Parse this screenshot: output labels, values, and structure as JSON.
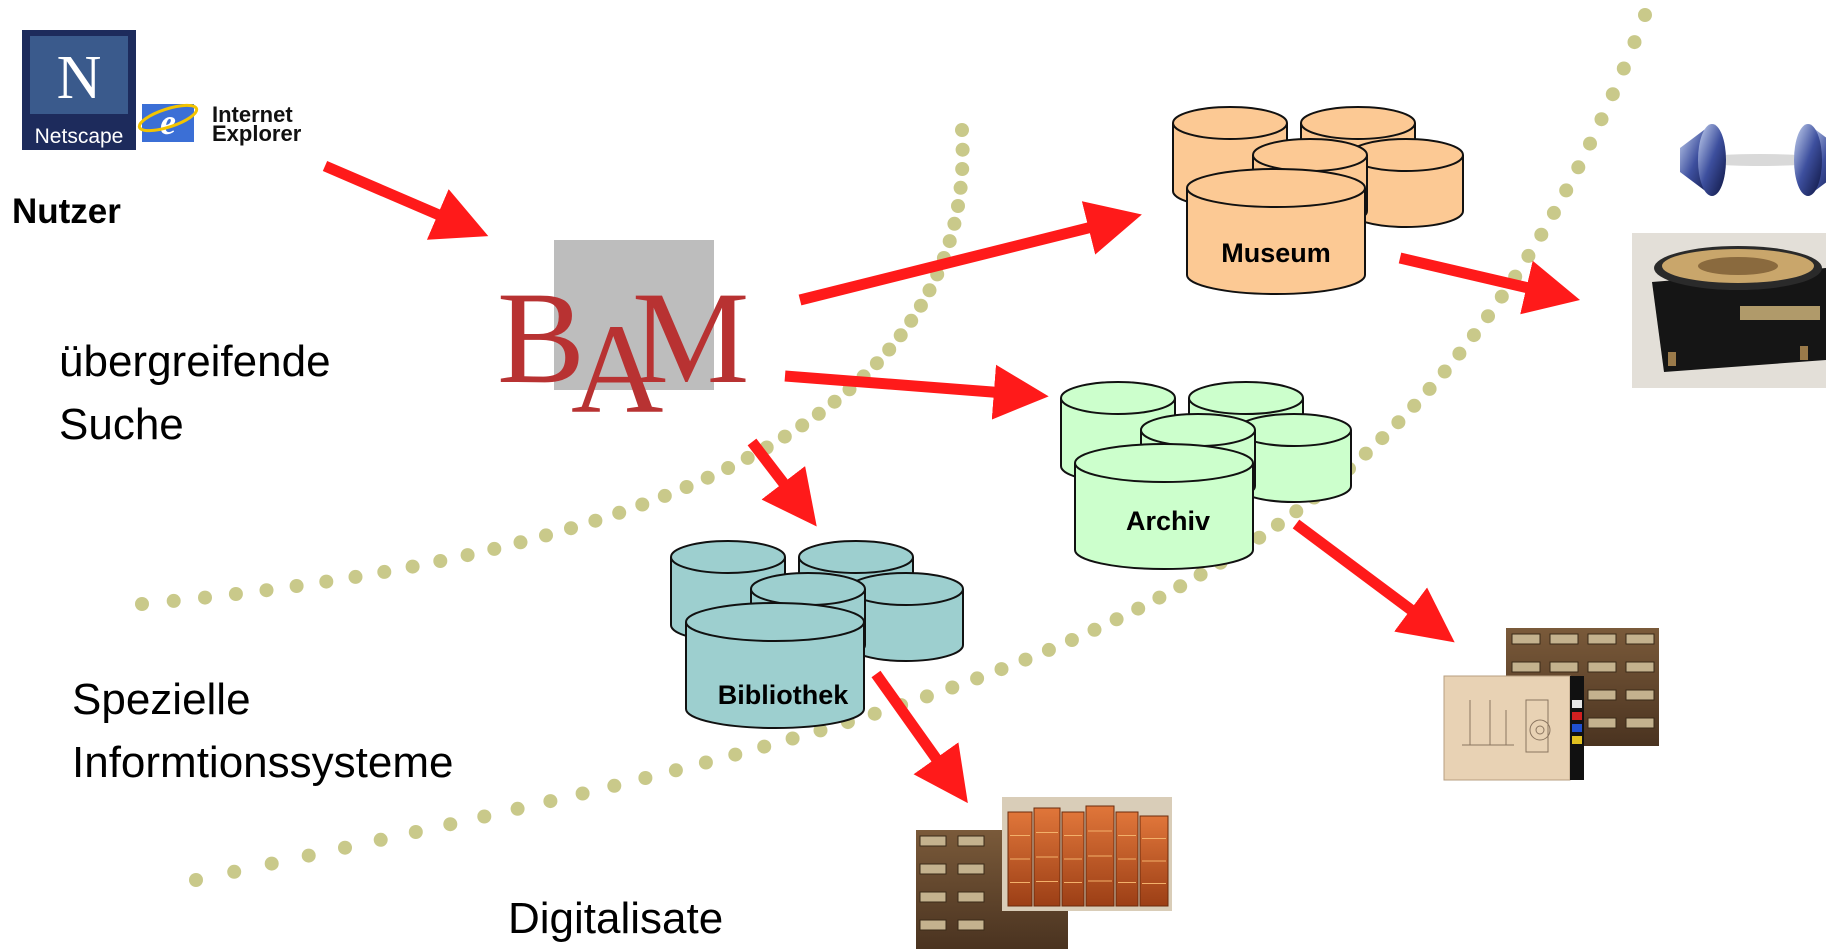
{
  "browsers": {
    "netscape_letter": "N",
    "netscape_label": "Netscape",
    "ie_letter": "e",
    "ie_line1": "Internet",
    "ie_line2": "Explorer"
  },
  "labels": {
    "nutzer": "Nutzer",
    "search_line1": "übergreifende",
    "search_line2": "Suche",
    "special_line1": "Spezielle",
    "special_line2": "Informtionssysteme",
    "digitalisate": "Digitalisate"
  },
  "logo": {
    "letters": [
      "B",
      "A",
      "M"
    ]
  },
  "databases": {
    "museum": "Museum",
    "archiv": "Archiv",
    "bibliothek": "Bibliothek"
  },
  "colors": {
    "arrow": "#ff1a1a",
    "dots": "#c9c98a",
    "museum": "#fcc994",
    "archiv": "#ccffcc",
    "bibliothek": "#9dcfcf",
    "logo_red": "#b83232",
    "logo_grey": "#bdbdbd"
  }
}
